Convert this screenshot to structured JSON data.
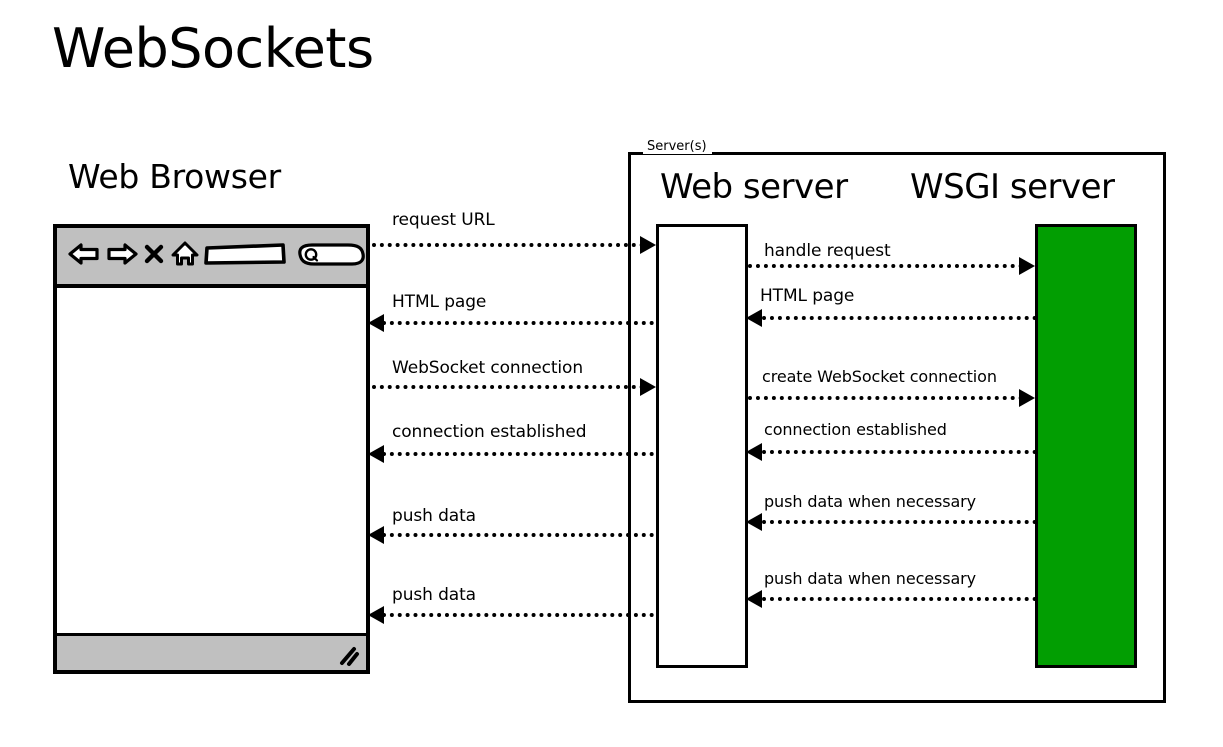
{
  "title": "WebSockets",
  "browser": {
    "heading": "Web Browser",
    "toolbar": {
      "back_icon": "back-arrow-icon",
      "forward_icon": "forward-arrow-icon",
      "stop_icon": "stop-x-icon",
      "home_icon": "home-icon",
      "url_field_value": "",
      "url_field_placeholder": "",
      "search_field_value": "",
      "search_field_placeholder": "",
      "search_icon": "magnifier-icon"
    },
    "statusbar": {
      "resize_grip_icon": "resize-grip-icon"
    }
  },
  "server_group": {
    "legend": "Server(s)",
    "web_server": {
      "heading": "Web server",
      "color": "#ffffff"
    },
    "wsgi_server": {
      "heading": "WSGI server",
      "color": "#029e02"
    }
  },
  "messages_browser_web": [
    {
      "label": "request URL",
      "direction": "right"
    },
    {
      "label": "HTML page",
      "direction": "left"
    },
    {
      "label": "WebSocket connection",
      "direction": "right"
    },
    {
      "label": "connection established",
      "direction": "left"
    },
    {
      "label": "push data",
      "direction": "left"
    },
    {
      "label": "push data",
      "direction": "left"
    }
  ],
  "messages_web_wsgi": [
    {
      "label": "handle request",
      "direction": "right"
    },
    {
      "label": "HTML page",
      "direction": "left"
    },
    {
      "label": "create WebSocket connection",
      "direction": "right"
    },
    {
      "label": "connection established",
      "direction": "left"
    },
    {
      "label": "push data when necessary",
      "direction": "left"
    },
    {
      "label": "push data when necessary",
      "direction": "left"
    }
  ],
  "colors": {
    "ink": "#000000",
    "chrome_gray": "#c0c0c0",
    "wsgi_green": "#029e02",
    "background": "#ffffff"
  }
}
